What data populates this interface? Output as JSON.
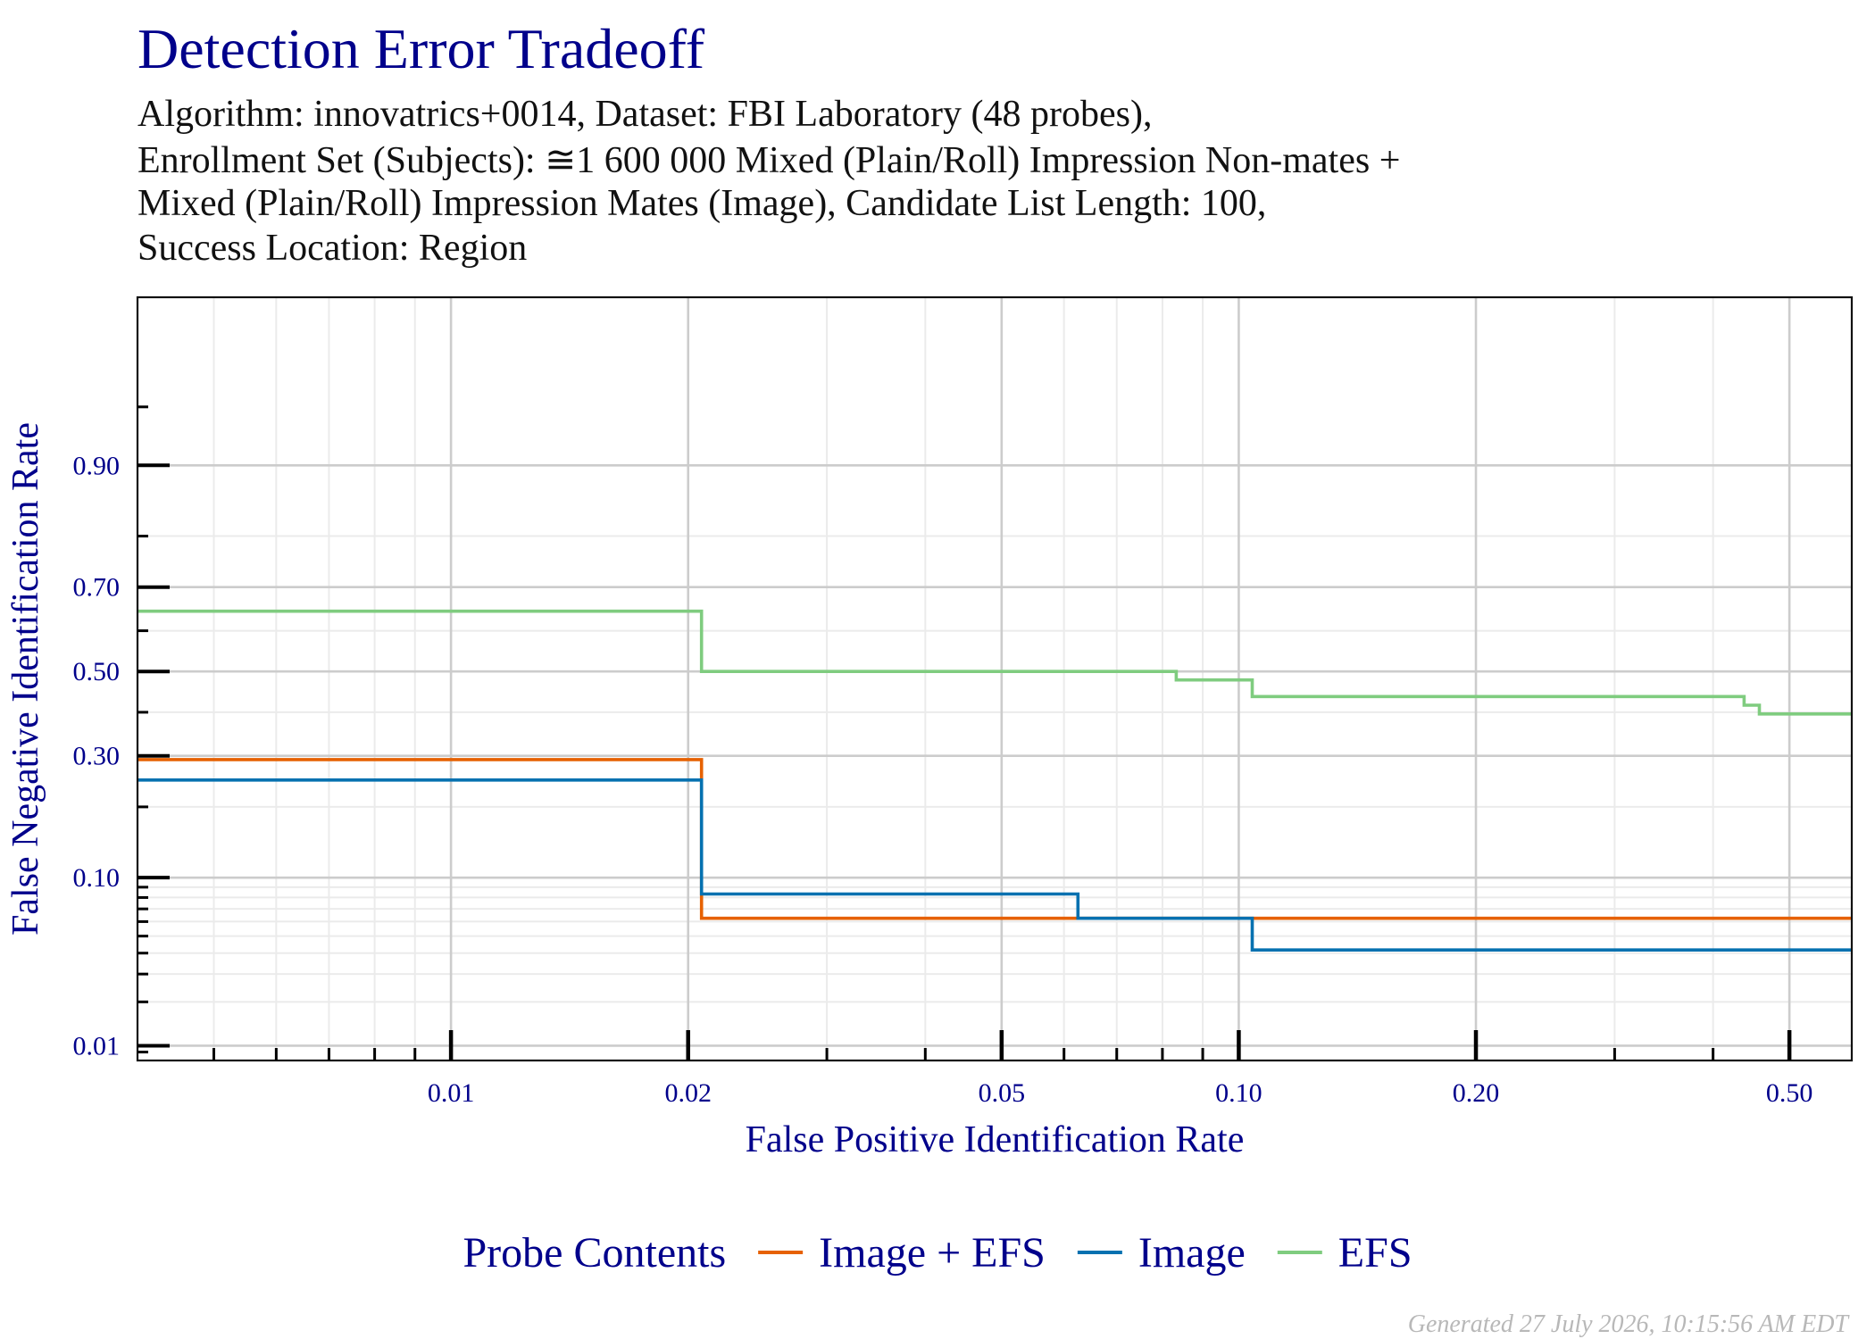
{
  "title": "Detection Error Tradeoff",
  "subtitle_lines": [
    "Algorithm: innovatrics+0014, Dataset: FBI Laboratory (48 probes),",
    "Enrollment Set (Subjects): ≅1 600 000 Mixed (Plain/Roll) Impression Non-mates +",
    "Mixed (Plain/Roll) Impression Mates (Image), Candidate List Length: 100,",
    "Success Location: Region"
  ],
  "footer": "Generated 27 July 2026, 10:15:56 AM EDT",
  "legend": {
    "title": "Probe Contents",
    "placement": "bottom"
  },
  "colors": {
    "Image + EFS": "#e66101",
    "Image": "#0571b0",
    "EFS": "#7fcc7f",
    "axis_text": "#00008b",
    "grid_major": "#cccccc",
    "grid_minor": "#ebebeb"
  },
  "chart_data": {
    "type": "line",
    "step": true,
    "xlabel": "False Positive Identification Rate",
    "ylabel": "False Negative Identification Rate",
    "xscale": "log",
    "yscale": "probit",
    "xlim": [
      0.004,
      0.6
    ],
    "ylim": [
      0.0078,
      0.99
    ],
    "xticks": [
      0.01,
      0.02,
      0.05,
      0.1,
      0.2,
      0.5
    ],
    "xtick_labels": [
      "0.01",
      "0.02",
      "0.05",
      "0.10",
      "0.20",
      "0.50"
    ],
    "yticks": [
      0.01,
      0.1,
      0.3,
      0.5,
      0.7,
      0.9
    ],
    "ytick_labels": [
      "0.01",
      "0.10",
      "0.30",
      "0.50",
      "0.70",
      "0.90"
    ],
    "grid": true,
    "series": [
      {
        "name": "Image + EFS",
        "points": [
          [
            0.004,
            0.292
          ],
          [
            0.0208,
            0.292
          ],
          [
            0.0208,
            0.0625
          ],
          [
            0.104,
            0.0625
          ],
          [
            0.6,
            0.0625
          ]
        ]
      },
      {
        "name": "Image",
        "points": [
          [
            0.004,
            0.25
          ],
          [
            0.0208,
            0.25
          ],
          [
            0.0208,
            0.0833
          ],
          [
            0.0625,
            0.0833
          ],
          [
            0.0625,
            0.0625
          ],
          [
            0.104,
            0.0625
          ],
          [
            0.104,
            0.0417
          ],
          [
            0.6,
            0.0417
          ]
        ]
      },
      {
        "name": "EFS",
        "points": [
          [
            0.004,
            0.646
          ],
          [
            0.0208,
            0.646
          ],
          [
            0.0208,
            0.5
          ],
          [
            0.0833,
            0.5
          ],
          [
            0.0833,
            0.479
          ],
          [
            0.104,
            0.479
          ],
          [
            0.104,
            0.438
          ],
          [
            0.438,
            0.438
          ],
          [
            0.438,
            0.417
          ],
          [
            0.458,
            0.417
          ],
          [
            0.458,
            0.396
          ],
          [
            0.6,
            0.396
          ]
        ]
      }
    ]
  }
}
